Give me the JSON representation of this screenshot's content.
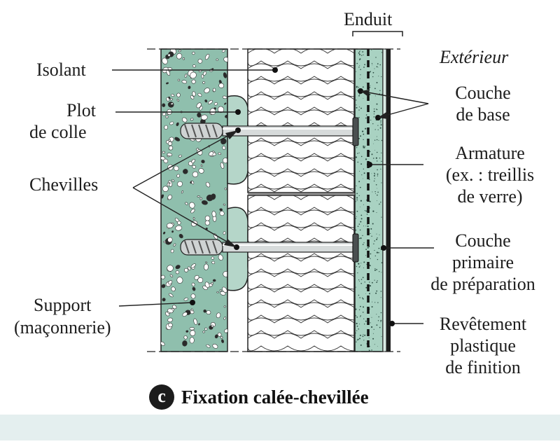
{
  "labels": {
    "enduit": "Enduit",
    "exterieur": "Extérieur",
    "isolant": "Isolant",
    "plot_line1": "Plot",
    "plot_line2": "de colle",
    "chevilles": "Chevilles",
    "support_line1": "Support",
    "support_line2": "(maçonnerie)",
    "couche_base_line1": "Couche",
    "couche_base_line2": "de base",
    "armature_line1": "Armature",
    "armature_line2": "(ex. : treillis",
    "armature_line3": "de verre)",
    "primaire_line1": "Couche",
    "primaire_line2": "primaire",
    "primaire_line3": "de préparation",
    "revetement_line1": "Revêtement",
    "revetement_line2": "plastique",
    "revetement_line3": "de finition"
  },
  "caption": {
    "badge": "c",
    "title": "Fixation calée-chevillée"
  },
  "colors": {
    "masonry": "#8fbfad",
    "render": "#a9d2c2",
    "glue": "#b5d6c9",
    "line": "#222222",
    "band": "#e4efef"
  }
}
